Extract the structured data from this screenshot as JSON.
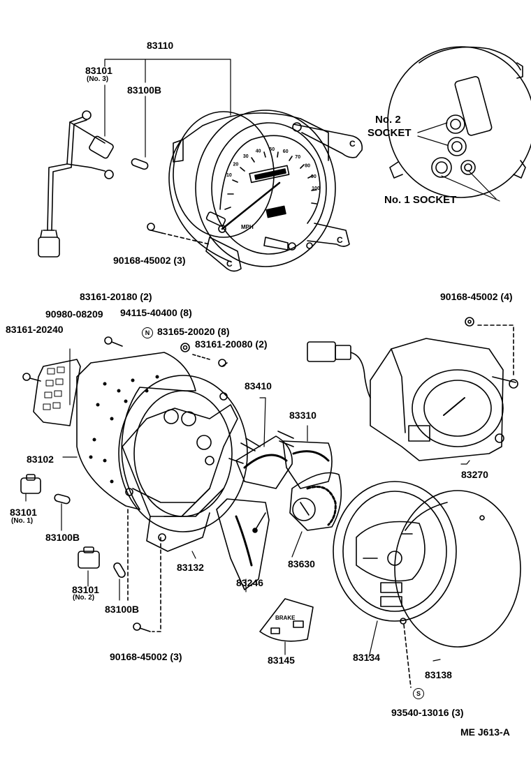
{
  "diagram_id": "ME J613-A",
  "labels": {
    "l_83110": "83110",
    "l_83101_top": "83101",
    "l_no3": "(No. 3)",
    "l_83100b_top": "83100B",
    "l_90168_top": "90168-45002 (3)",
    "l_no2_socket_a": "No. 2",
    "l_no2_socket_b": "SOCKET",
    "l_no1_socket": "No. 1 SOCKET",
    "l_83161_20180": "83161-20180 (2)",
    "l_90980": "90980-08209",
    "l_94115": "94115-40400 (8)",
    "l_83161_20240": "83161-20240",
    "l_83165": "83165-20020 (8)",
    "l_83161_20080": "83161-20080 (2)",
    "l_90168_r": "90168-45002 (4)",
    "l_83410": "83410",
    "l_83310": "83310",
    "l_83102": "83102",
    "l_83270": "83270",
    "l_83101_no1": "83101",
    "l_no1": "(No. 1)",
    "l_83100b_mid": "83100B",
    "l_83132": "83132",
    "l_83630": "83630",
    "l_83246": "83246",
    "l_83101_no2": "83101",
    "l_no2": "(No. 2)",
    "l_83100b_bot": "83100B",
    "l_90168_bot": "90168-45002 (3)",
    "l_83145": "83145",
    "l_83134": "83134",
    "l_83138": "83138",
    "l_93540": "93540-13016 (3)",
    "mark_n": "N",
    "mark_s": "S",
    "brake_text": "BRAKE",
    "mph": "MPH"
  },
  "gauge_ticks": [
    "10",
    "20",
    "30",
    "40",
    "50",
    "60",
    "70",
    "80",
    "90",
    "100"
  ]
}
